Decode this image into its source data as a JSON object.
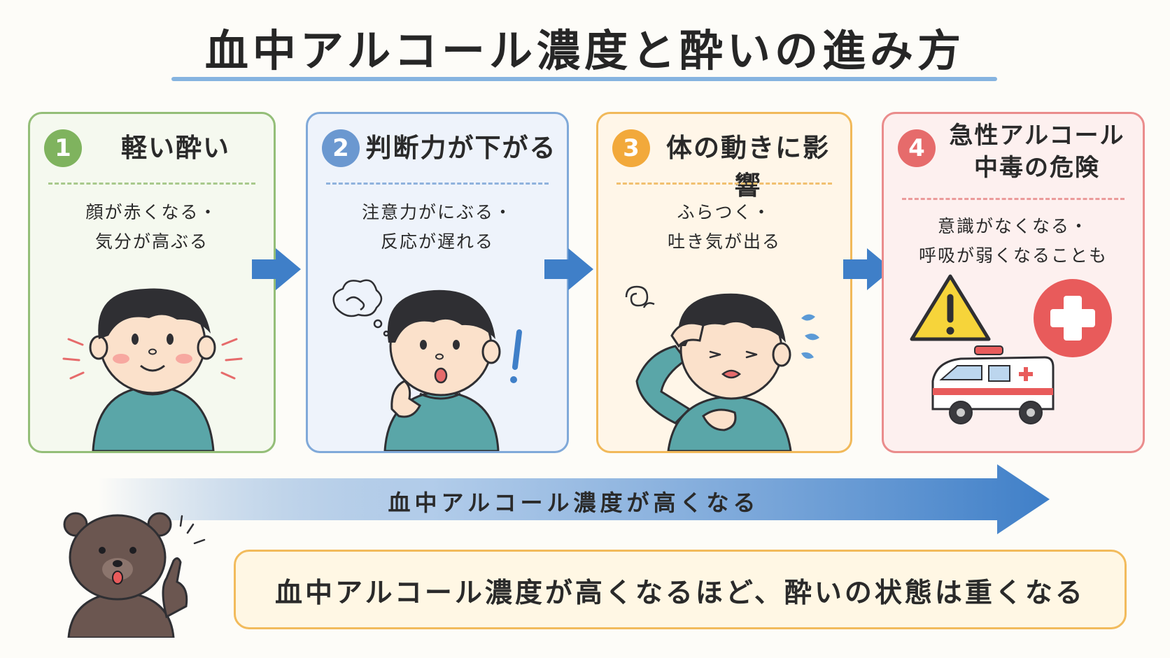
{
  "title": "血中アルコール濃度と酔いの進み方",
  "stages": [
    {
      "number": "1",
      "title": "軽い酔い",
      "description": "顔が赤くなる・\n気分が高ぶる"
    },
    {
      "number": "2",
      "title": "判断力が下がる",
      "description": "注意力がにぶる・\n反応が遅れる"
    },
    {
      "number": "3",
      "title": "体の動きに影響",
      "description": "ふらつく・\n吐き気が出る"
    },
    {
      "number": "4",
      "title": "急性アルコール\n中毒の危険",
      "description": "意識がなくなる・\n呼吸が弱くなることも"
    }
  ],
  "progress_arrow": {
    "label": "血中アルコール濃度が高くなる"
  },
  "summary": "血中アルコール濃度が高くなるほど、酔いの状態は重くなる",
  "colors": {
    "stage1": "#7fb35e",
    "stage2": "#6b98d0",
    "stage3": "#f2a93b",
    "stage4": "#e66b6b",
    "arrow": "#3f7fc8",
    "shirt": "#5aa6a8",
    "hair": "#2f2f33"
  },
  "icons": [
    "warning-icon",
    "medical-cross-icon",
    "ambulance-icon",
    "thought-bubble-icon",
    "dizzy-swirl-icon",
    "bear-mascot"
  ]
}
